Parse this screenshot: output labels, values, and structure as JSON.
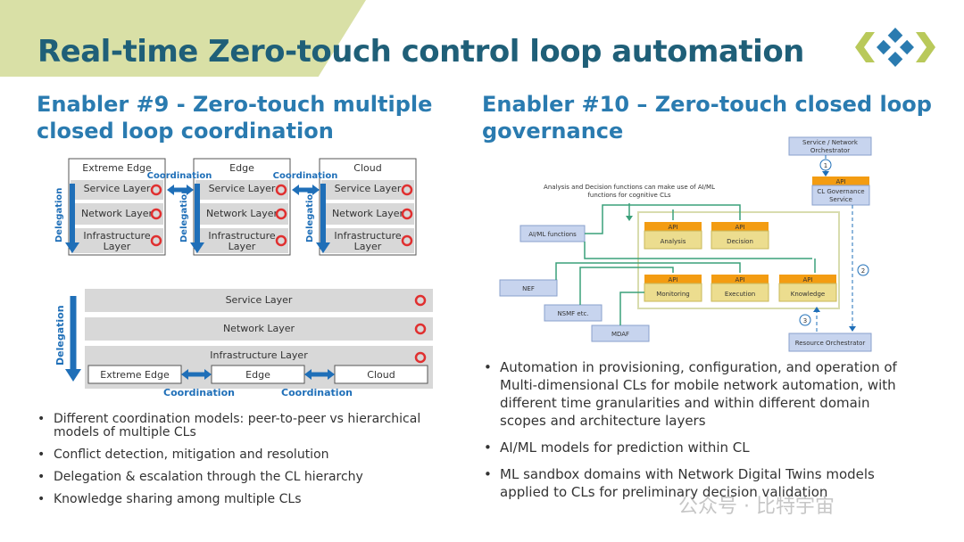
{
  "title": "Real-time Zero-touch control loop automation",
  "left": {
    "heading_line1": "Enabler #9 - Zero-touch multiple",
    "heading_line2": "closed loop coordination",
    "top_diagram": {
      "columns": [
        "Extreme Edge",
        "Edge",
        "Cloud"
      ],
      "layers": [
        "Service Layer",
        "Network Layer",
        "Infrastructure",
        "Layer"
      ],
      "delegation": "Delegation",
      "coordination": "Coordination"
    },
    "bottom_diagram": {
      "layers": [
        "Service Layer",
        "Network Layer",
        "Infrastructure Layer"
      ],
      "domains": [
        "Extreme Edge",
        "Edge",
        "Cloud"
      ],
      "delegation": "Delegation",
      "coordination": "Coordination"
    },
    "bullets": [
      "Different coordination models: peer-to-peer vs hierarchical models of multiple CLs",
      "Conflict detection, mitigation and resolution",
      "Delegation & escalation through the CL hierarchy",
      "Knowledge sharing among multiple CLs"
    ]
  },
  "right": {
    "heading_line1": "Enabler #10 – Zero-touch closed loop",
    "heading_line2": "governance",
    "diagram": {
      "note_line1": "Analysis and Decision functions can make use of AI/ML",
      "note_line2": "functions for cognitive CLs",
      "orchestrator_line1": "Service / Network",
      "orchestrator_line2": "Orchestrator",
      "api": "API",
      "governance_line1": "CL Governance",
      "governance_line2": "Service",
      "resource_orchestrator": "Resource Orchestrator",
      "aiml": "AI/ML functions",
      "nef": "NEF",
      "nsmf": "NSMF etc.",
      "mdaf": "MDAF",
      "analysis": "Analysis",
      "decision": "Decision",
      "monitoring": "Monitoring",
      "execution": "Execution",
      "knowledge": "Knowledge",
      "steps": [
        "1",
        "2",
        "3"
      ]
    },
    "bullets": [
      "Automation in provisioning, configuration, and operation of Multi-dimensional CLs for mobile network automation, with different time granularities and within different domain scopes and architecture layers",
      "AI/ML models for prediction within CL",
      "ML sandbox domains with Network Digital Twins models applied to CLs for preliminary decision validation"
    ]
  },
  "watermark": "公众号 · 比特宇宙",
  "colors": {
    "title": "#1f5f78",
    "heading": "#2a7bb0",
    "accent": "#d9e0a6",
    "arrow": "#1f6fb8",
    "loop": "#e03030",
    "api": "#f39c12"
  }
}
